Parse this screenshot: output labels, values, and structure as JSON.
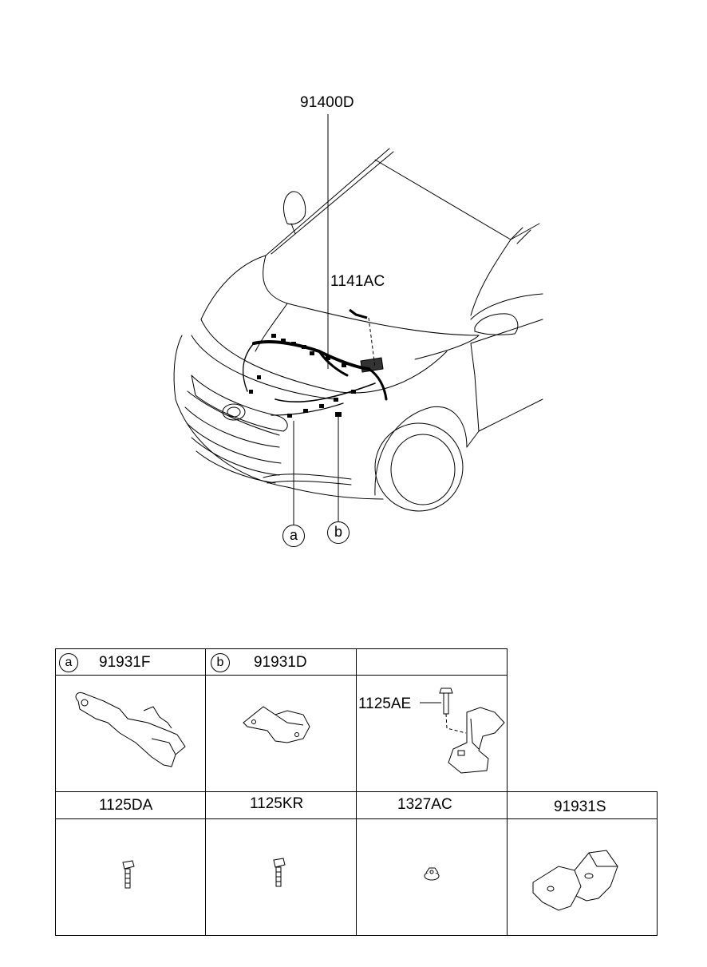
{
  "callouts": {
    "harness": "91400D",
    "bolt": "1141AC",
    "marker_a": "a",
    "marker_b": "b"
  },
  "table": {
    "row1": [
      {
        "marker": "a",
        "part": "91931F"
      },
      {
        "marker": "b",
        "part": "91931D"
      },
      {
        "marker": "",
        "part": "",
        "inner_label": "1125AE"
      }
    ],
    "row2": [
      {
        "part": "1125DA"
      },
      {
        "part": "1125KR"
      },
      {
        "part": "1327AC"
      },
      {
        "part": "91931S"
      }
    ]
  }
}
